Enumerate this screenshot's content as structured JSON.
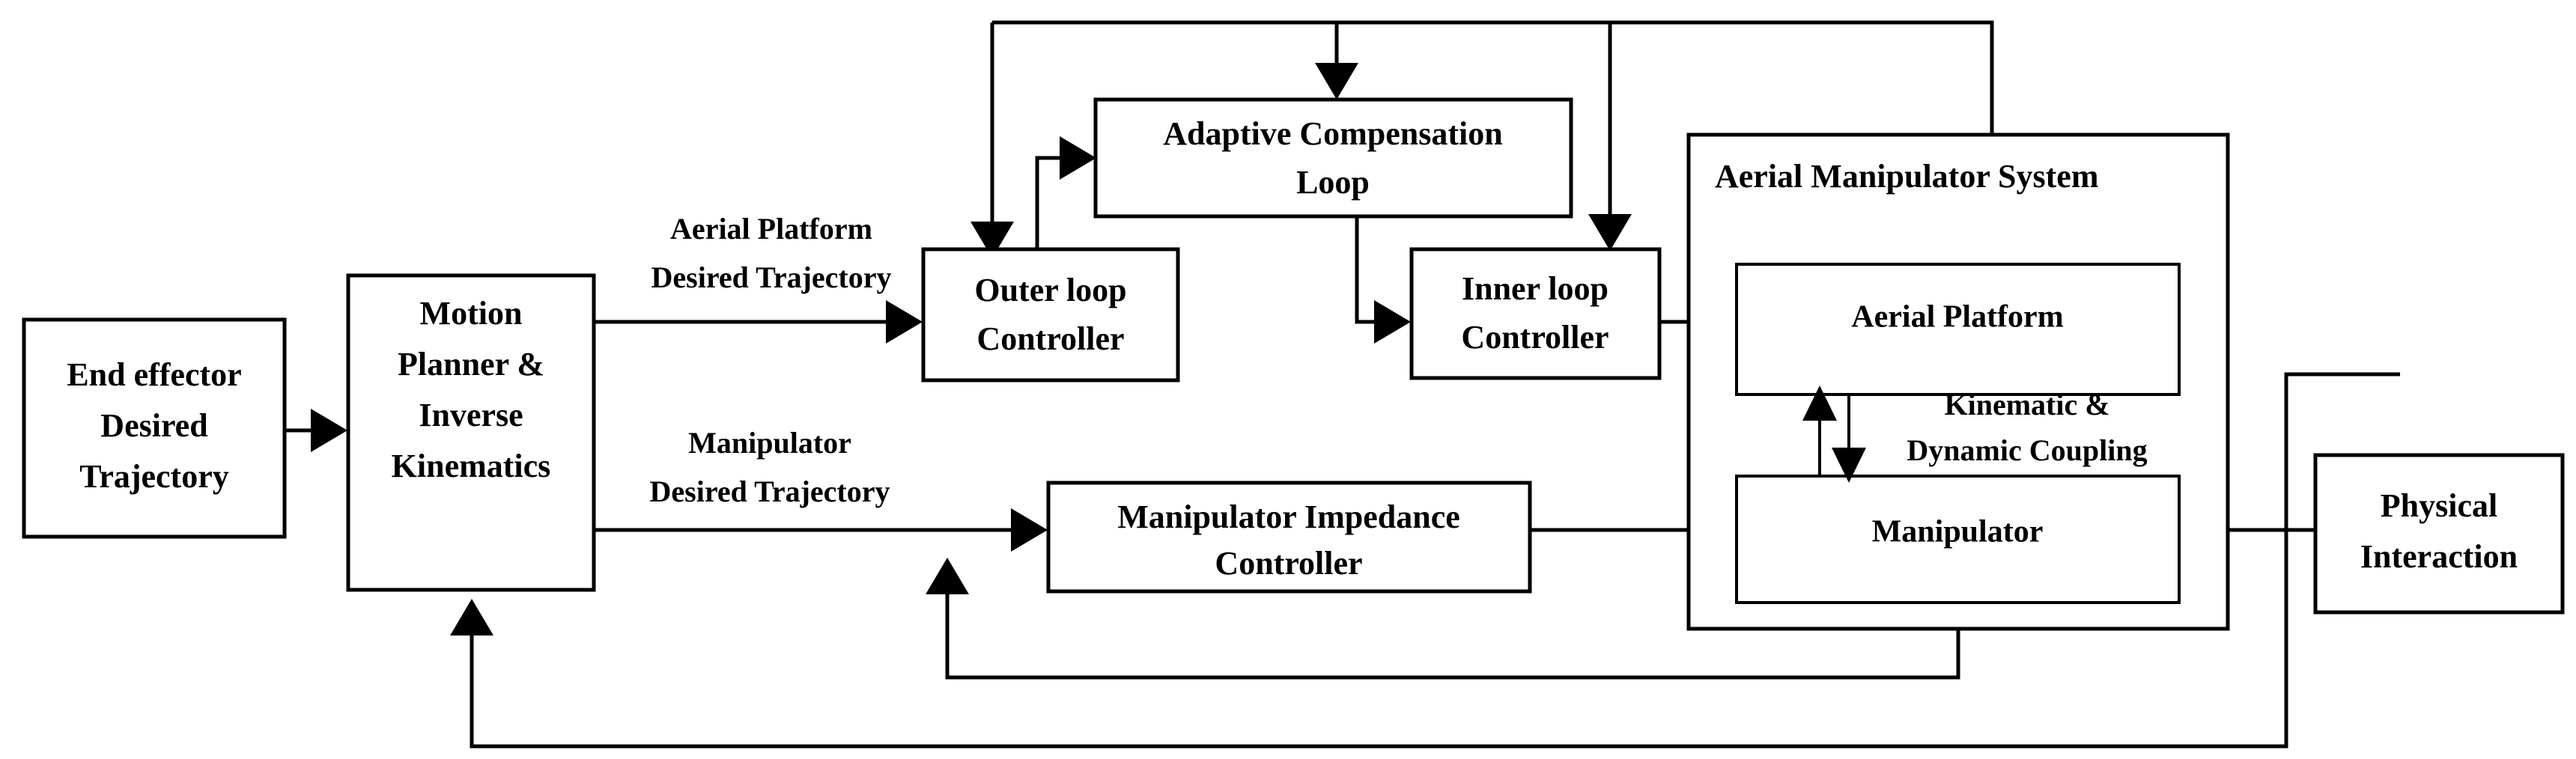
{
  "diagram": {
    "title": "Aerial Manipulator Control Architecture Block Diagram",
    "background_color": "#ffffff",
    "line_color": "#000000"
  },
  "blocks": {
    "end_effector": {
      "line1": "End effector",
      "line2": "Desired",
      "line3": "Trajectory"
    },
    "motion_planner": {
      "line1": "Motion",
      "line2": "Planner &",
      "line3": "Inverse",
      "line4": "Kinematics"
    },
    "outer_loop": {
      "line1": "Outer loop",
      "line2": "Controller"
    },
    "inner_loop": {
      "line1": "Inner loop",
      "line2": "Controller"
    },
    "adaptive_compensation": {
      "line1": "Adaptive Compensation",
      "line2": "Loop"
    },
    "impedance_controller": {
      "line1": "Manipulator Impedance",
      "line2": "Controller"
    },
    "aerial_manipulator_system": {
      "title": "Aerial Manipulator System"
    },
    "aerial_platform": {
      "label": "Aerial Platform"
    },
    "manipulator": {
      "label": "Manipulator"
    },
    "coupling": {
      "line1": "Kinematic &",
      "line2": "Dynamic Coupling"
    },
    "physical_interaction": {
      "line1": "Physical",
      "line2": "Interaction"
    }
  },
  "edge_labels": {
    "aerial_platform_trajectory": {
      "line1": "Aerial Platform",
      "line2": "Desired Trajectory"
    },
    "manipulator_trajectory": {
      "line1": "Manipulator",
      "line2": "Desired Trajectory"
    }
  }
}
